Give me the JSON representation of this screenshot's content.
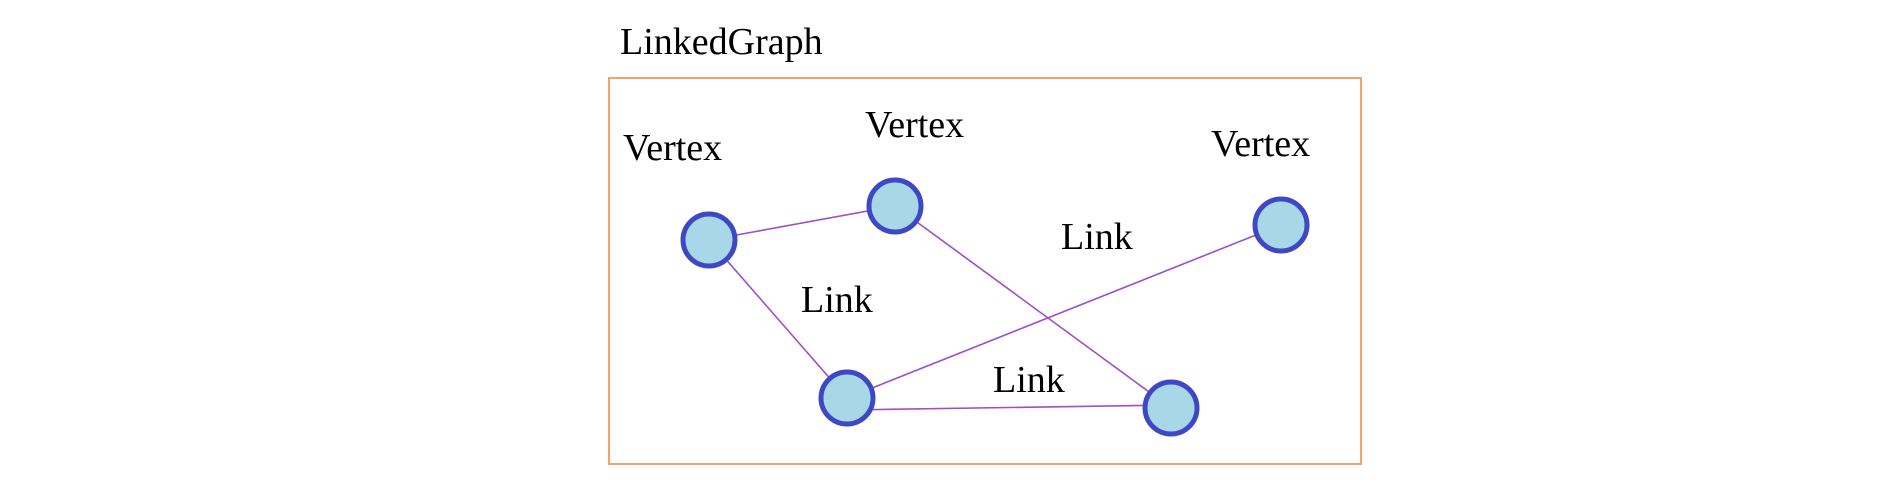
{
  "diagram": {
    "title": "LinkedGraph",
    "vertex_label": "Vertex",
    "link_label": "Link"
  },
  "colors": {
    "frame_border": "#f2a26a",
    "edge": "#a04ec4",
    "vertex_fill": "#a8d8e8",
    "vertex_stroke": "#3e48c4",
    "text": "#000000"
  }
}
